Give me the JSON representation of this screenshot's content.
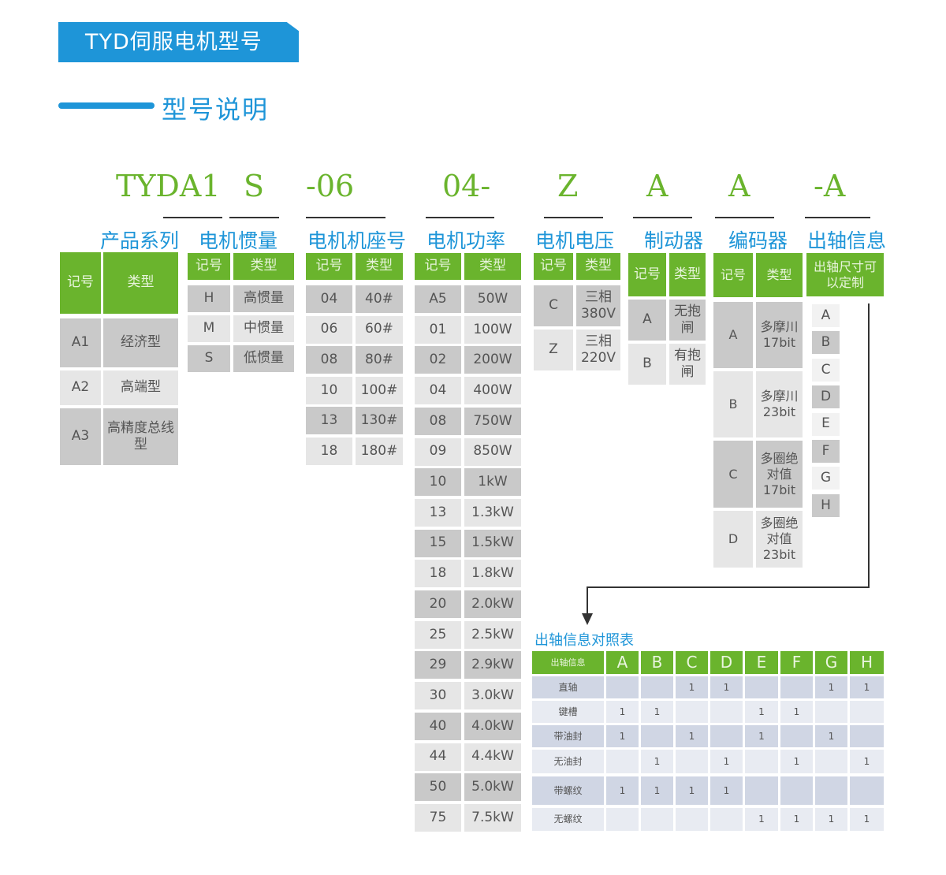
{
  "header": {
    "title": "TYD伺服电机型号",
    "subtitle": "型号说明"
  },
  "model_code": [
    "TYDA1",
    "S",
    "-06",
    "04-",
    "Z",
    "A",
    "A",
    "-A"
  ],
  "categories": [
    "产品系列",
    "电机惯量",
    "电机机座号",
    "电机功率",
    "电机电压",
    "制动器",
    "编码器",
    "出轴信息"
  ],
  "colors": {
    "green": "#6ab42d",
    "blue": "#1e95d8"
  },
  "series_table": {
    "head": [
      "记号",
      "类型"
    ],
    "rows": [
      [
        "A1",
        "经济型"
      ],
      [
        "A2",
        "高端型"
      ],
      [
        "A3",
        "高精度总线型"
      ]
    ]
  },
  "inertia_table": {
    "head": [
      "记号",
      "类型"
    ],
    "rows": [
      [
        "H",
        "高惯量"
      ],
      [
        "M",
        "中惯量"
      ],
      [
        "S",
        "低惯量"
      ]
    ]
  },
  "seat_table": {
    "head": [
      "记号",
      "类型"
    ],
    "rows": [
      [
        "04",
        "40#"
      ],
      [
        "06",
        "60#"
      ],
      [
        "08",
        "80#"
      ],
      [
        "10",
        "100#"
      ],
      [
        "13",
        "130#"
      ],
      [
        "18",
        "180#"
      ]
    ]
  },
  "power_table": {
    "head": [
      "记号",
      "类型"
    ],
    "rows": [
      [
        "A5",
        "50W"
      ],
      [
        "01",
        "100W"
      ],
      [
        "02",
        "200W"
      ],
      [
        "04",
        "400W"
      ],
      [
        "08",
        "750W"
      ],
      [
        "09",
        "850W"
      ],
      [
        "10",
        "1kW"
      ],
      [
        "13",
        "1.3kW"
      ],
      [
        "15",
        "1.5kW"
      ],
      [
        "18",
        "1.8kW"
      ],
      [
        "20",
        "2.0kW"
      ],
      [
        "25",
        "2.5kW"
      ],
      [
        "29",
        "2.9kW"
      ],
      [
        "30",
        "3.0kW"
      ],
      [
        "40",
        "4.0kW"
      ],
      [
        "44",
        "4.4kW"
      ],
      [
        "50",
        "5.0kW"
      ],
      [
        "75",
        "7.5kW"
      ]
    ]
  },
  "voltage_table": {
    "head": [
      "记号",
      "类型"
    ],
    "rows": [
      [
        "C",
        "三相380V"
      ],
      [
        "Z",
        "三相220V"
      ]
    ]
  },
  "brake_table": {
    "head": [
      "记号",
      "类型"
    ],
    "rows": [
      [
        "A",
        "无抱闸"
      ],
      [
        "B",
        "有抱闸"
      ]
    ]
  },
  "encoder_table": {
    "head": [
      "记号",
      "类型"
    ],
    "rows": [
      [
        "A",
        "多摩川17bit"
      ],
      [
        "B",
        "多摩川23bit"
      ],
      [
        "C",
        "多圈绝对值17bit"
      ],
      [
        "D",
        "多圈绝对值23bit"
      ]
    ]
  },
  "shaft_table": {
    "head": "出轴尺寸可以定制",
    "letters": [
      "A",
      "B",
      "C",
      "D",
      "E",
      "F",
      "G",
      "H"
    ]
  },
  "shaft_info": {
    "title": "出轴信息对照表",
    "head_label": "出轴信息",
    "columns": [
      "A",
      "B",
      "C",
      "D",
      "E",
      "F",
      "G",
      "H"
    ],
    "rows": [
      {
        "label": "直轴",
        "values": [
          "",
          "",
          "1",
          "1",
          "",
          "",
          "1",
          "1"
        ]
      },
      {
        "label": "键槽",
        "values": [
          "1",
          "1",
          "",
          "",
          "1",
          "1",
          "",
          ""
        ]
      },
      {
        "label": "带油封",
        "values": [
          "1",
          "",
          "1",
          "",
          "1",
          "",
          "1",
          ""
        ]
      },
      {
        "label": "无油封",
        "values": [
          "",
          "1",
          "",
          "1",
          "",
          "1",
          "",
          "1"
        ]
      },
      {
        "label": "带螺纹",
        "values": [
          "1",
          "1",
          "1",
          "1",
          "",
          "",
          "",
          ""
        ]
      },
      {
        "label": "无螺纹",
        "values": [
          "",
          "",
          "",
          "",
          "1",
          "1",
          "1",
          "1"
        ]
      }
    ]
  }
}
